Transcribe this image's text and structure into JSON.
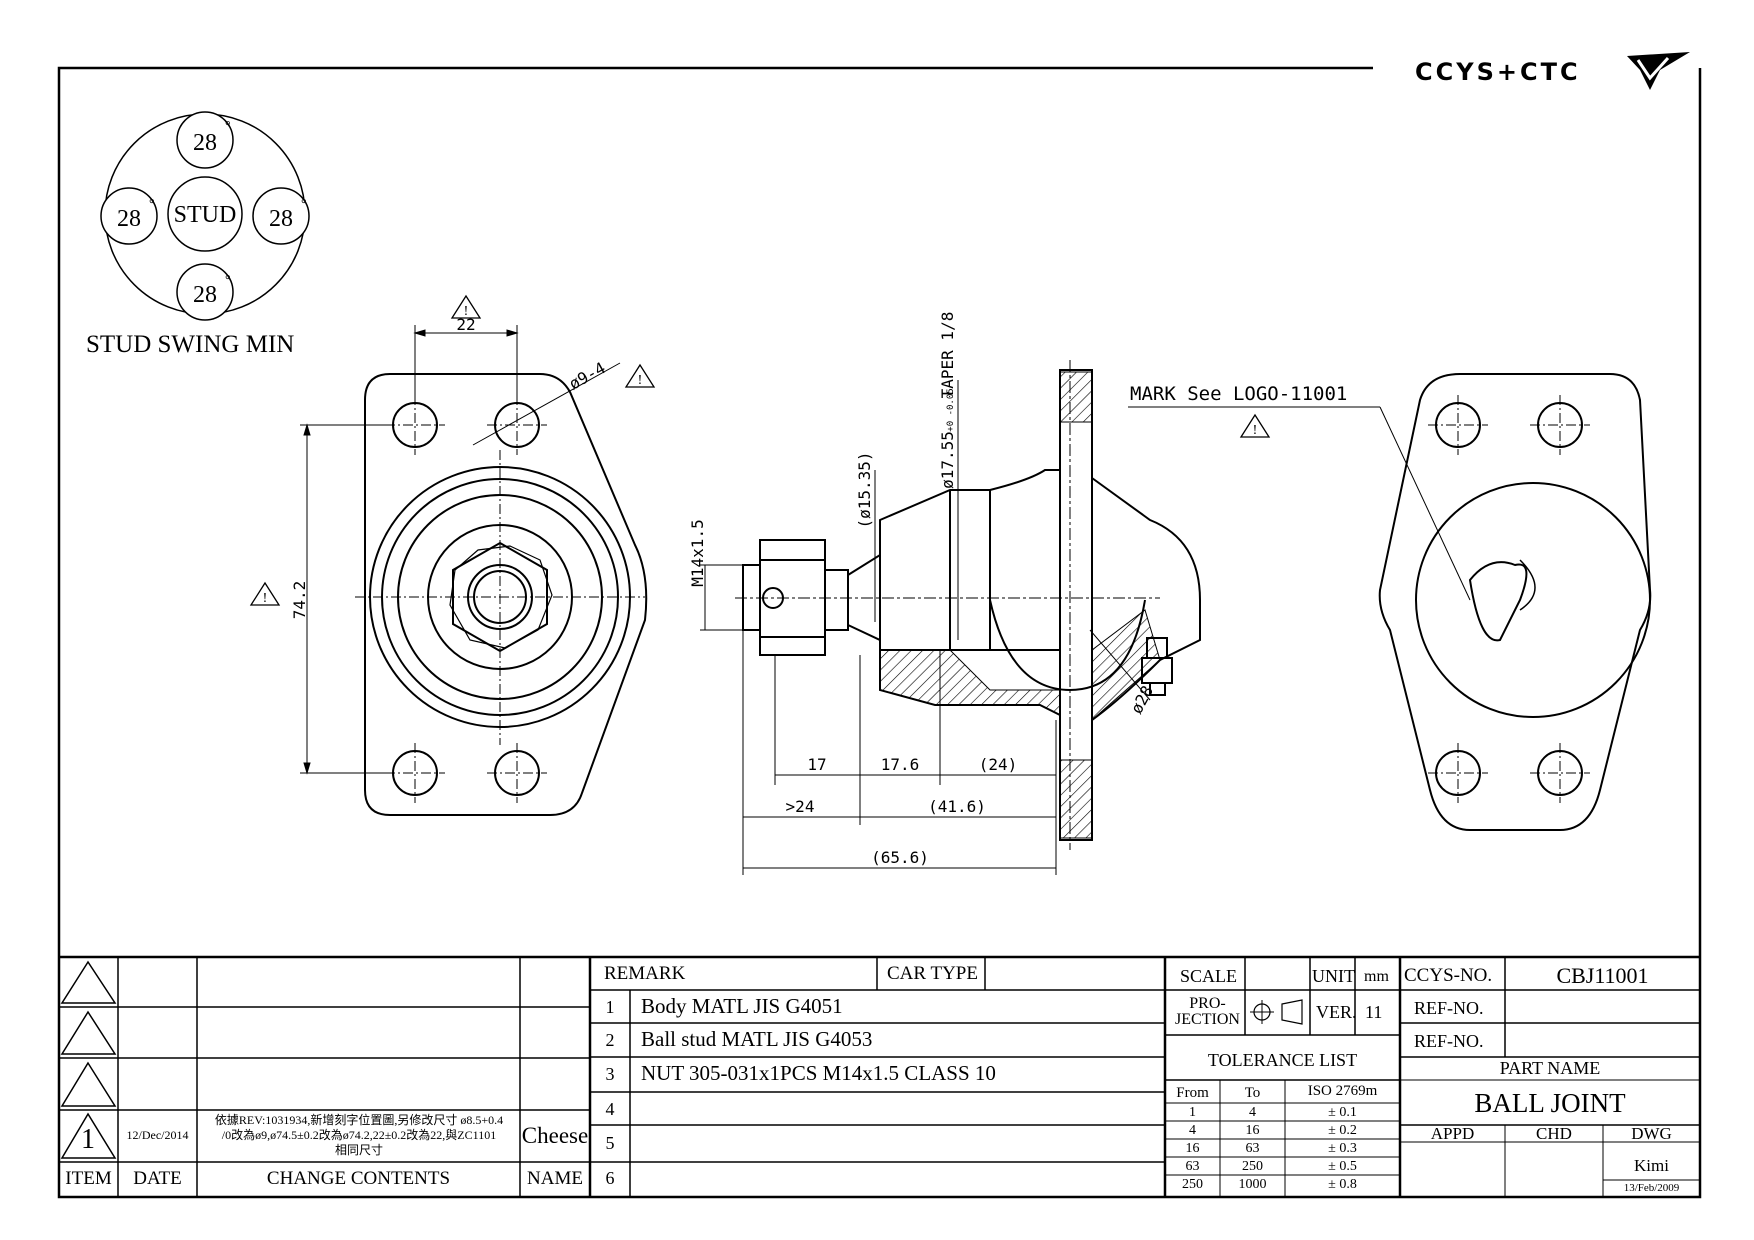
{
  "brand": {
    "logo_text": "CCYS+CTC"
  },
  "stud_swing": {
    "top": "28",
    "left": "28",
    "right": "28",
    "bottom": "28",
    "degree": "°",
    "center": "STUD",
    "caption": "STUD SWING MIN"
  },
  "dimensions": {
    "hole_spacing": "22",
    "hole_dia": "ø9-4",
    "height": "74.2",
    "thread": "M14x1.5",
    "shank_dia": "(ø15.35)",
    "taper": "ø17.55",
    "taper_tol": "+0 -0.05",
    "taper_label": "TAPER 1/8",
    "d17": "17",
    "d17_6": "17.6",
    "d24p": "(24)",
    "dgt24": ">24",
    "d41_6": "(41.6)",
    "d65_6": "(65.6)",
    "ball": "ø28",
    "mark": "MARK See LOGO-11001",
    "rev_symbol": "1"
  },
  "revision": {
    "rows": [
      {
        "item": "",
        "date": "",
        "change": "",
        "name": ""
      },
      {
        "item": "",
        "date": "",
        "change": "",
        "name": ""
      },
      {
        "item": "",
        "date": "",
        "change": "",
        "name": ""
      },
      {
        "item": "1",
        "date": "12/Dec/2014",
        "change_lines": [
          "依據REV:1031934,新增刻字位置圖,另修改尺寸 ø8.5+0.4",
          "/0改為ø9,ø74.5±0.2改為ø74.2,22±0.2改為22,與ZC1101",
          "相同尺寸"
        ],
        "name": "Cheese"
      }
    ],
    "headers": {
      "item": "ITEM",
      "date": "DATE",
      "change": "CHANGE CONTENTS",
      "name": "NAME"
    }
  },
  "remarks": {
    "header": "REMARK",
    "car_type": "CAR TYPE",
    "rows": [
      {
        "no": "1",
        "text": "Body MATL JIS G4051"
      },
      {
        "no": "2",
        "text": "Ball stud MATL JIS G4053"
      },
      {
        "no": "3",
        "text": "NUT 305-031x1PCS M14x1.5 CLASS 10"
      },
      {
        "no": "4",
        "text": ""
      },
      {
        "no": "5",
        "text": ""
      },
      {
        "no": "6",
        "text": ""
      }
    ]
  },
  "spec": {
    "scale": "SCALE",
    "unit": "UNIT",
    "unit_val": "mm",
    "projection": [
      "PRO-",
      "JECTION"
    ],
    "ver": "VER.",
    "ver_val": "11",
    "tolerance_title": "TOLERANCE LIST",
    "tol_headers": [
      "From",
      "To",
      "ISO 2769m"
    ],
    "tol_rows": [
      [
        "1",
        "4",
        "± 0.1"
      ],
      [
        "4",
        "16",
        "± 0.2"
      ],
      [
        "16",
        "63",
        "± 0.3"
      ],
      [
        "63",
        "250",
        "± 0.5"
      ],
      [
        "250",
        "1000",
        "± 0.8"
      ]
    ]
  },
  "title_block": {
    "ccys_label": "CCYS-NO.",
    "ccys_no": "CBJ11001",
    "ref1": "REF-NO.",
    "ref2": "REF-NO.",
    "part_name_label": "PART NAME",
    "part_name": "BALL JOINT",
    "appd": "APPD",
    "chd": "CHD",
    "dwg": "DWG",
    "drawer": "Kimi",
    "date": "13/Feb/2009"
  }
}
